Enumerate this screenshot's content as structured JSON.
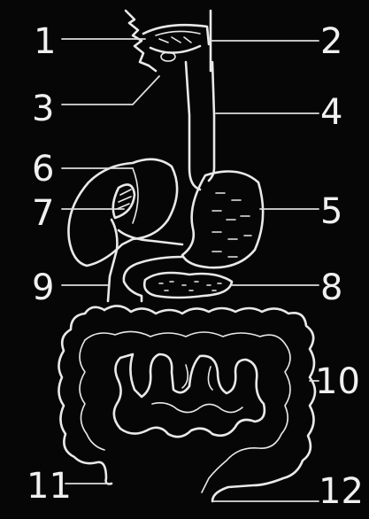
{
  "diagram": {
    "labels": [
      {
        "text": "1"
      },
      {
        "text": "2"
      },
      {
        "text": "3"
      },
      {
        "text": "4"
      },
      {
        "text": "5"
      },
      {
        "text": "6"
      },
      {
        "text": "7"
      },
      {
        "text": "8"
      },
      {
        "text": "9"
      },
      {
        "text": "10"
      },
      {
        "text": "11"
      },
      {
        "text": "12"
      }
    ],
    "colors": {
      "background": "#060606",
      "chalk": "#e9e9e9"
    }
  }
}
